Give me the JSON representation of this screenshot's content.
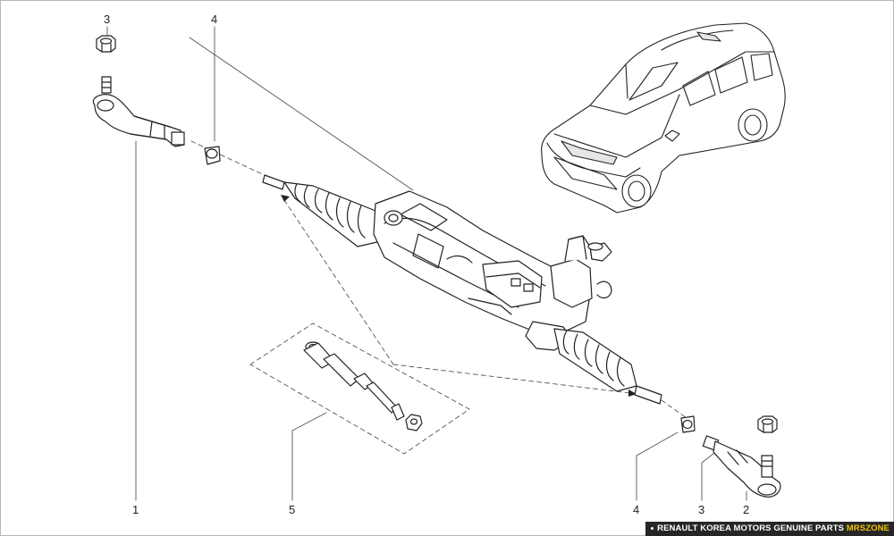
{
  "callouts": {
    "c1": "1",
    "c2": "2",
    "c3_left": "3",
    "c3_right": "3",
    "c4_left": "4",
    "c4_right": "4",
    "c5": "5"
  },
  "footer": {
    "brand": "RENAULT KOREA MOTORS GENUINE PARTS",
    "tag": "MRSZONE"
  },
  "colors": {
    "line": "#222222",
    "leader": "#555555",
    "footer_bg": "#262626",
    "footer_text": "#ffffff",
    "footer_accent": "#f2c300"
  }
}
